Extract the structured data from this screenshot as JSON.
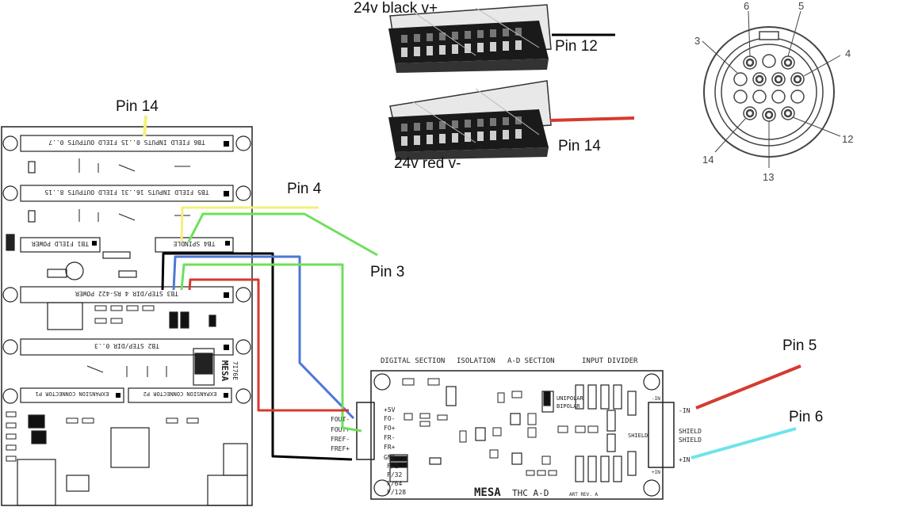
{
  "labels": {
    "black_block": "24v black v+",
    "red_block": "24v red v-",
    "pin12": "Pin 12",
    "pin14_block": "Pin 14",
    "pin14_board": "Pin 14",
    "pin4": "Pin 4",
    "pin3": "Pin 3",
    "pin5": "Pin 5",
    "pin6": "Pin 6"
  },
  "connector": {
    "pin_numbers": [
      "6",
      "5",
      "3",
      "4",
      "14",
      "12",
      "13"
    ]
  },
  "board_left": {
    "tb6": "TB6 FIELD INPUTS 0..15 FIELD OUTPUTS 0..7",
    "tb5": "TB5 FIELD INPUTS 16..31 FIELD OUTPUTS 8..15",
    "tb1": "TB1 FIELD POWER",
    "tb4": "TB4 SPINDLE",
    "tb3": "TB3 STEP/DIR 4 RS-422 POWER",
    "tb2": "TB2 STEP/DIR 0..3",
    "p1": "EXPANSION CONNECTOR P1",
    "p2": "EXPANSION CONNECTOR P2",
    "mesa": "MESA",
    "model": "7I76E"
  },
  "board_thc": {
    "sections": [
      "DIGITAL SECTION",
      "ISOLATION",
      "A-D SECTION",
      "INPUT DIVIDER"
    ],
    "terminals": [
      "+5V",
      "FO-",
      "FO+",
      "FOUT-",
      "FOUT+",
      "FR-",
      "FR+",
      "FREF-",
      "FREF+",
      "GND"
    ],
    "freq": [
      "F/1",
      "F/32",
      "F/64",
      "F/128"
    ],
    "unipolar": "UNIPOLAR",
    "bipolar": "BIPOLAR",
    "shield": "SHIELD",
    "right_terminals": [
      "-IN",
      "SHIELD",
      "SHIELD",
      "+IN"
    ],
    "in_minus": "-IN",
    "in_plus": "+IN",
    "mesa": "MESA",
    "title": "THC  A-D",
    "rev": "ART REV. A"
  },
  "colors": {
    "black": "#000000",
    "red": "#d63a2f",
    "blue": "#4c78d6",
    "green": "#6ee05a",
    "yellow": "#f4f07a",
    "cyan": "#6fe3ea"
  }
}
